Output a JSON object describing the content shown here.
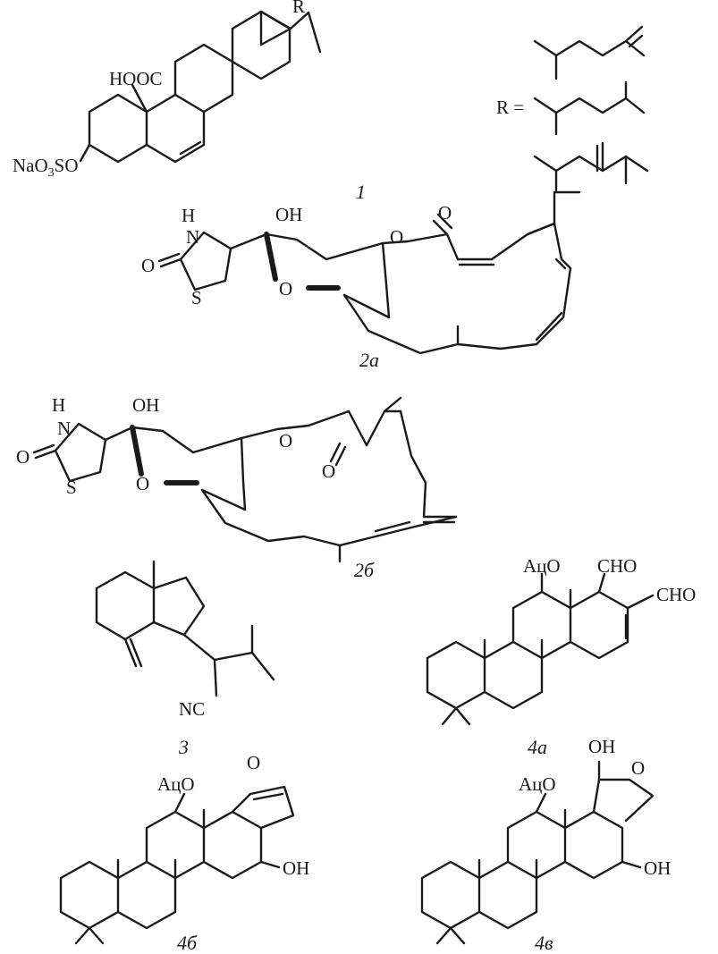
{
  "compounds": {
    "c1": {
      "caption": "1",
      "atoms": {
        "r": "R",
        "hooc": "HOOC",
        "na": "NaO",
        "na_sub": "3",
        "so": "SO",
        "r_eq": "R ="
      }
    },
    "c2a": {
      "caption": "2а",
      "atoms": {
        "h": "H",
        "n": "N",
        "o_carbonyl": "O",
        "s": "S",
        "oh": "OH",
        "o_ring": "O",
        "o_ester": "O",
        "o_keto": "O"
      }
    },
    "c2b": {
      "caption": "2б",
      "atoms": {
        "h": "H",
        "n": "N",
        "o_carbonyl": "O",
        "s": "S",
        "oh": "OH",
        "o_ring": "O",
        "o_ester": "O",
        "o_keto": "O"
      }
    },
    "c3": {
      "caption": "3",
      "atoms": {
        "nc": "NC"
      }
    },
    "c4a": {
      "caption": "4а",
      "atoms": {
        "aco": "АцO",
        "cho1": "CHO",
        "cho2": "CHO"
      }
    },
    "c4b": {
      "caption": "4б",
      "atoms": {
        "aco": "АцO",
        "o_furan": "O",
        "oh": "OH"
      }
    },
    "c4c": {
      "caption": "4в",
      "atoms": {
        "aco": "АцO",
        "oh_top": "OH",
        "o_ring": "O",
        "oh": "OH"
      }
    }
  },
  "colors": {
    "ink": "#1a1a1a",
    "paper": "#ffffff"
  }
}
